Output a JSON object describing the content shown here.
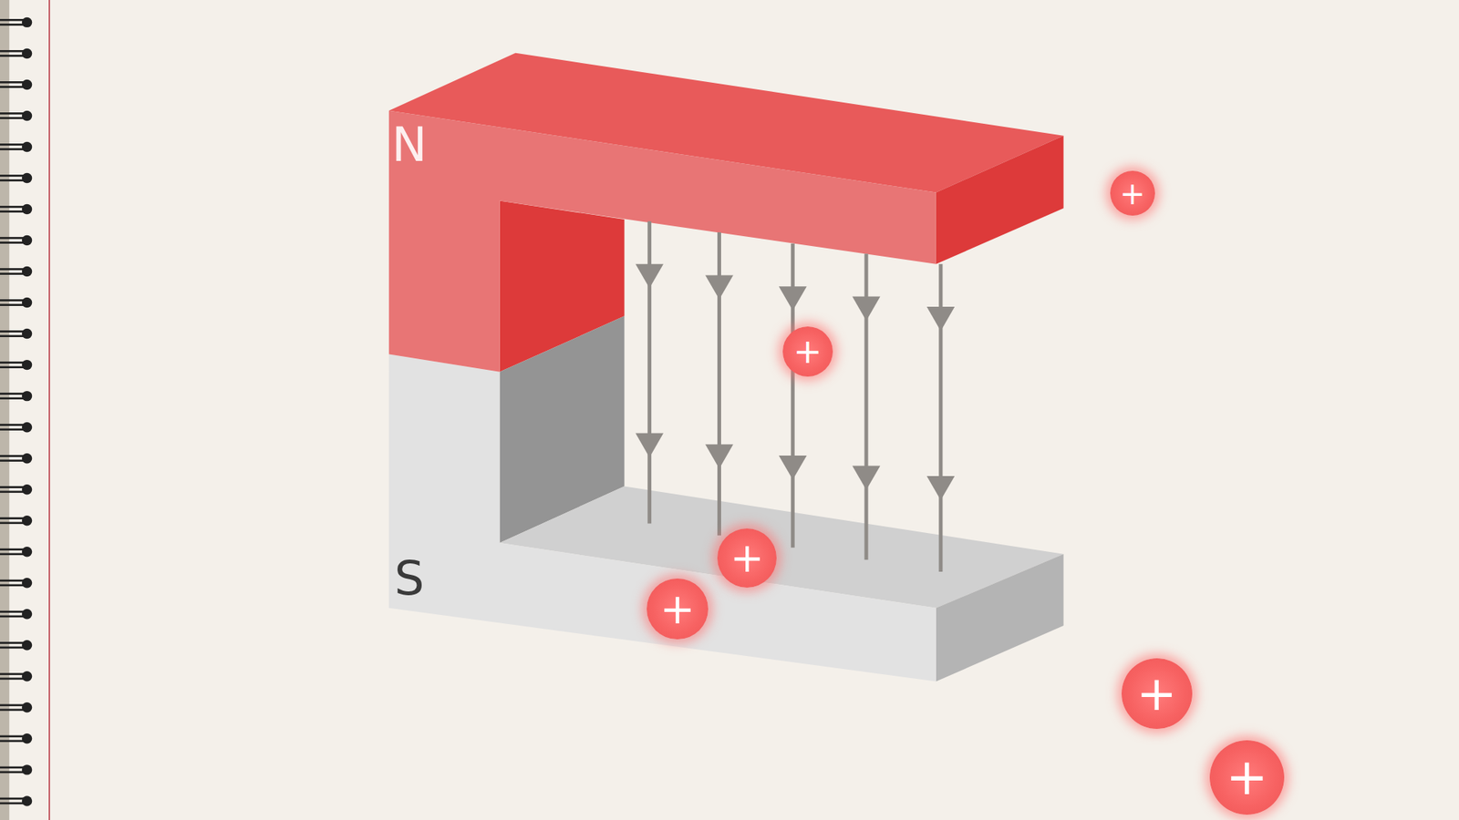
{
  "diagram": {
    "nodes": [
      {
        "text": [
          "+"
        ]
      },
      {
        "text": [
          "+"
        ]
      },
      {
        "text": [
          "+"
        ]
      },
      {
        "text": [
          "+"
        ]
      },
      {
        "text": [
          "+"
        ]
      },
      {
        "text": [
          "+"
        ]
      }
    ],
    "labels": [
      "N",
      "S"
    ]
  }
}
